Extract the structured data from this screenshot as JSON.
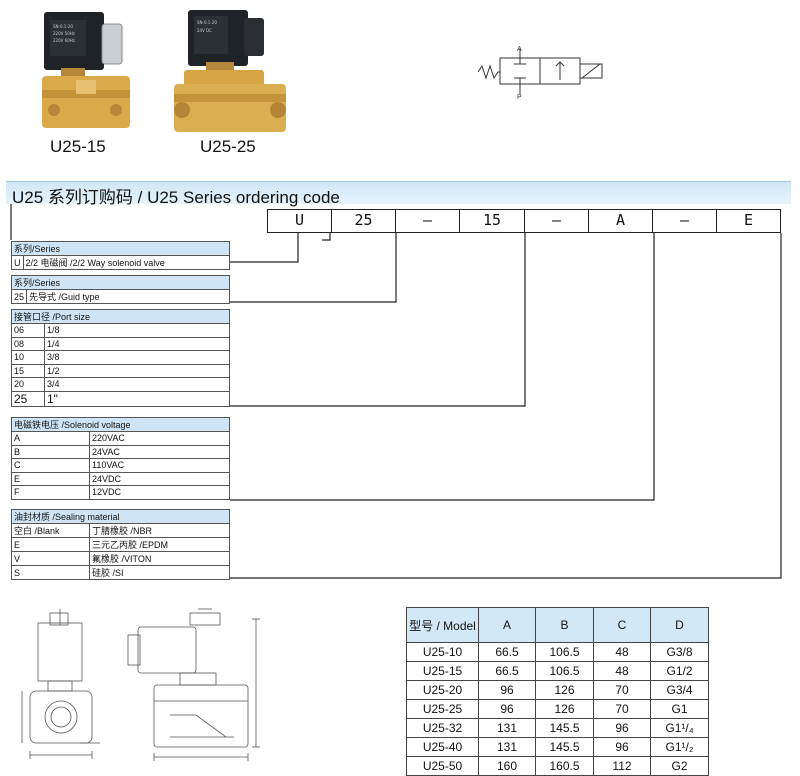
{
  "products": [
    {
      "label": "U25-15"
    },
    {
      "label": "U25-25"
    }
  ],
  "header_title": "U25 系列订购码 / U25 Series ordering code",
  "code_boxes": [
    "U",
    "25",
    "–",
    "15",
    "–",
    "A",
    "–",
    "E"
  ],
  "series1": {
    "title": "系列/Series",
    "rows": [
      [
        "U",
        "2/2 电磁阀 /2/2 Way solenoid valve"
      ]
    ]
  },
  "series2": {
    "title": "系列/Series",
    "rows": [
      [
        "25",
        "先导式 /Guid type"
      ]
    ]
  },
  "port": {
    "title": "接管口径 /Port size",
    "rows": [
      [
        "06",
        "1/8"
      ],
      [
        "08",
        "1/4"
      ],
      [
        "10",
        "3/8"
      ],
      [
        "15",
        "1/2"
      ],
      [
        "20",
        "3/4"
      ],
      [
        "25",
        "1\""
      ]
    ]
  },
  "voltage": {
    "title": "电磁铁电压 /Solenoid voltage",
    "rows": [
      [
        "A",
        "220VAC"
      ],
      [
        "B",
        "24VAC"
      ],
      [
        "C",
        "110VAC"
      ],
      [
        "E",
        "24VDC"
      ],
      [
        "F",
        "12VDC"
      ]
    ]
  },
  "seal": {
    "title": "油封材质 /Sealing material",
    "rows": [
      [
        "空白 /Blank",
        "丁腈橡胶 /NBR"
      ],
      [
        "E",
        "三元乙丙胶 /EPDM"
      ],
      [
        "V",
        "氟橡胶 /VITON"
      ],
      [
        "S",
        "硅胶 /SI"
      ]
    ]
  },
  "symbol": {
    "port_a": "A",
    "port_p": "P"
  },
  "dims_table": {
    "header": [
      "型号 / Model",
      "A",
      "B",
      "C",
      "D"
    ],
    "rows": [
      [
        "U25-10",
        "66.5",
        "106.5",
        "48",
        "G3/8"
      ],
      [
        "U25-15",
        "66.5",
        "106.5",
        "48",
        "G1/2"
      ],
      [
        "U25-20",
        "96",
        "126",
        "70",
        "G3/4"
      ],
      [
        "U25-25",
        "96",
        "126",
        "70",
        "G1"
      ],
      [
        "U25-32",
        "131",
        "145.5",
        "96",
        "G1¹/₄"
      ],
      [
        "U25-40",
        "131",
        "145.5",
        "96",
        "G1¹/₂"
      ],
      [
        "U25-50",
        "160",
        "160.5",
        "112",
        "G2"
      ]
    ]
  },
  "colors": {
    "header_bg": "#cfe5f5",
    "brass": "#d9a94a",
    "coil": "#1e2226"
  }
}
